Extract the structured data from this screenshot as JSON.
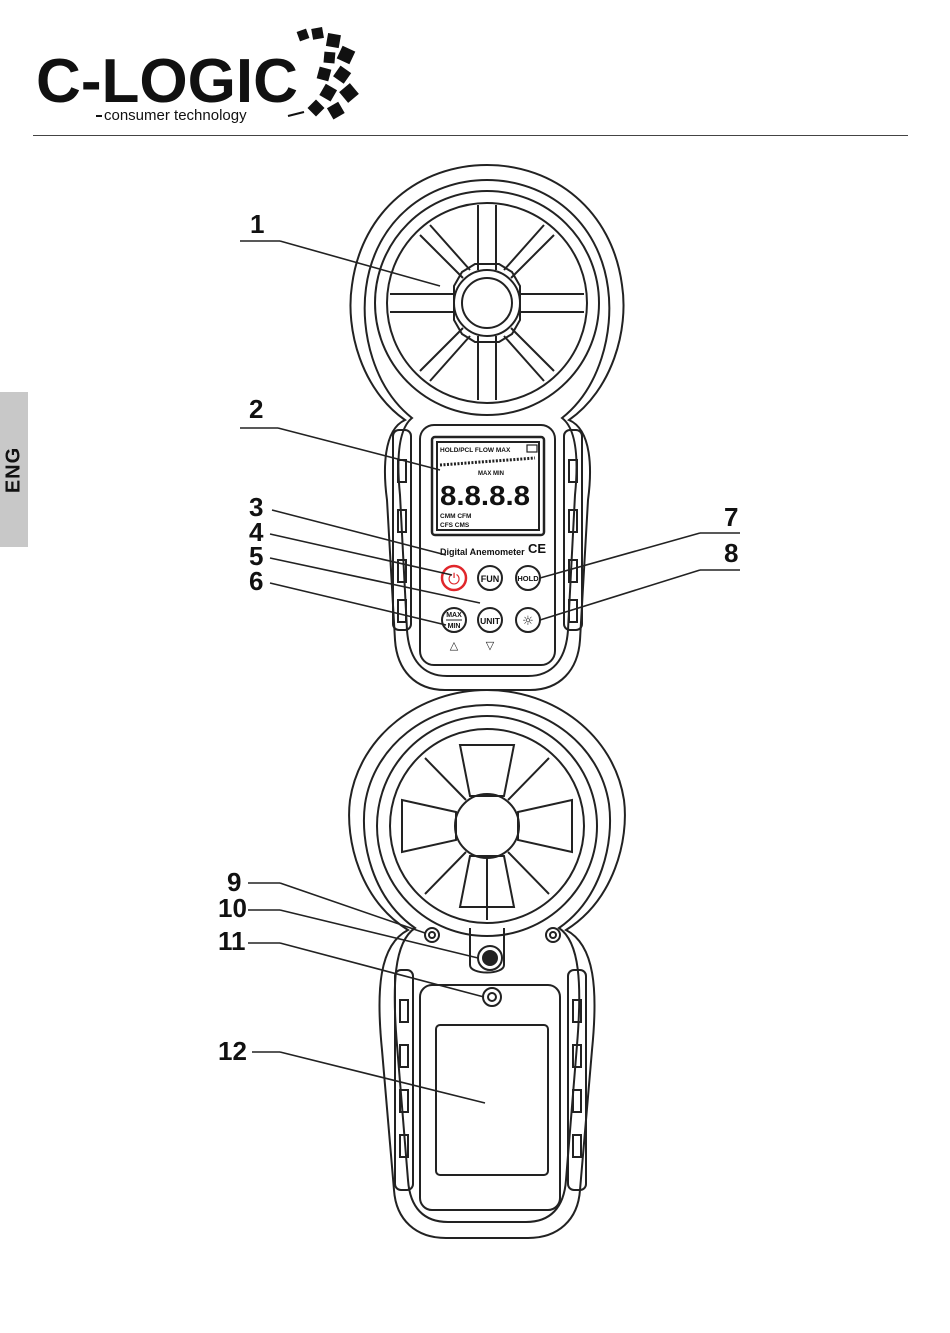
{
  "brand": {
    "logo_text": "C-LOGIC",
    "tagline": "consumer technology"
  },
  "language_tab": "ENG",
  "callouts": [
    "1",
    "2",
    "3",
    "4",
    "5",
    "6",
    "7",
    "8",
    "9",
    "10",
    "11",
    "12"
  ],
  "device": {
    "model_label": "Digital Anemometer",
    "ce_mark": "CE",
    "lcd_top": "HOLD/PCL FLOW MAX",
    "lcd_sub": "MAX MIN",
    "lcd_digits": "8.8.8.8",
    "lcd_bottom1": "CMM CFM",
    "lcd_bottom2": "CFS CMS",
    "buttons": {
      "power": "⏻",
      "fun": "FUN",
      "hold": "HOLD",
      "max": "MAX",
      "min": "MIN",
      "unit": "UNIT",
      "light": "☼"
    },
    "arrows": {
      "up": "△",
      "down": "▽"
    }
  },
  "colors": {
    "line": "#222222",
    "power_red": "#e0262b",
    "tab_gray": "#c8c8c8"
  }
}
